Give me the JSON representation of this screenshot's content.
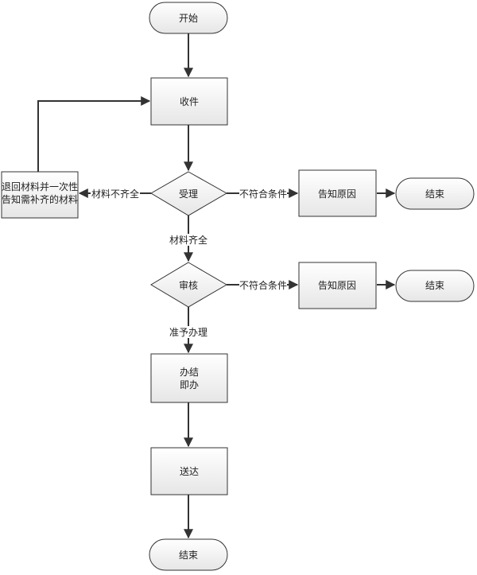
{
  "nodes": {
    "start": "开始",
    "receive": "收件",
    "accept": "受理",
    "return_materials": [
      "退回材料并一次性",
      "告知需补齐的材料"
    ],
    "notify_reason_1": "告知原因",
    "end_1": "结束",
    "review": "审核",
    "notify_reason_2": "告知原因",
    "end_2": "结束",
    "complete": [
      "办结",
      "即办"
    ],
    "deliver": "送达",
    "end_final": "结束"
  },
  "edges": {
    "materials_incomplete": "材料不齐全",
    "not_qualified_1": "不符合条件",
    "materials_complete": "材料齐全",
    "not_qualified_2": "不符合条件",
    "approved": "准予办理"
  }
}
